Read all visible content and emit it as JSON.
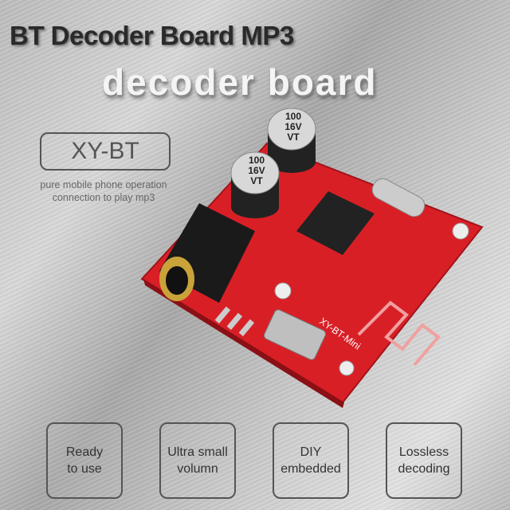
{
  "header": {
    "title": "BT Decoder Board MP3",
    "subtitle": "decoder board"
  },
  "model": {
    "label": "XY-BT",
    "description_line1": "pure mobile phone operation",
    "description_line2": "connection to play mp3"
  },
  "board": {
    "capacitor_label": [
      "100",
      "16V",
      "VT"
    ],
    "silkscreen": "XY-BT-Mini",
    "pcb_color": "#e0202a"
  },
  "features": [
    {
      "label": "Ready\nto use"
    },
    {
      "label": "Ultra small\nvolumn"
    },
    {
      "label": "DIY\nembedded"
    },
    {
      "label": "Lossless\ndecoding"
    }
  ]
}
